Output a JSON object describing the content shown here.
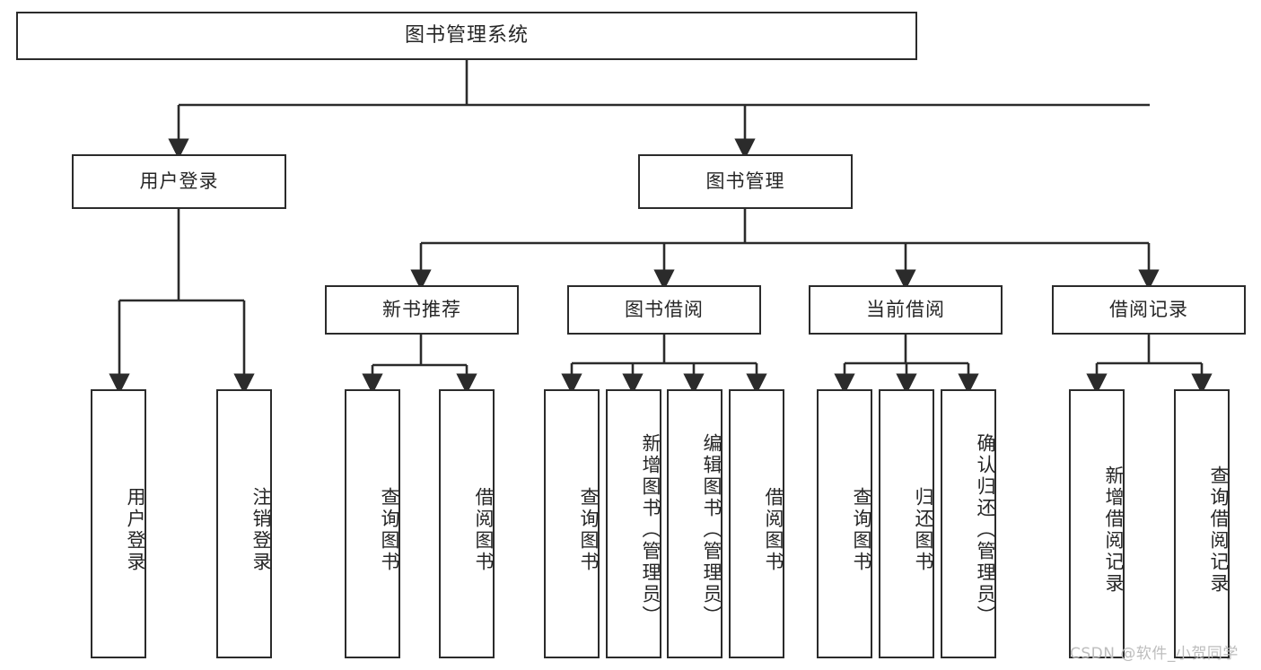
{
  "diagram": {
    "title": "图书管理系统",
    "type": "tree-hierarchy-chart",
    "orientation": "top-down",
    "line_color": "#2b2b2b",
    "box_fill": "#ffffff",
    "text_color": "#262626",
    "watermark": "CSDN @软件_小贺同学"
  },
  "root": {
    "label": "图书管理系统"
  },
  "level2": [
    {
      "label": "用户登录"
    },
    {
      "label": "图书管理"
    }
  ],
  "level3": [
    {
      "label": "新书推荐"
    },
    {
      "label": "图书借阅"
    },
    {
      "label": "当前借阅"
    },
    {
      "label": "借阅记录"
    }
  ],
  "leaves": {
    "user_login": [
      {
        "label": "用户登录"
      },
      {
        "label": "注销登录"
      }
    ],
    "new_book": [
      {
        "label": "查询图书"
      },
      {
        "label": "借阅图书"
      }
    ],
    "book_borrow": [
      {
        "label": "查询图书"
      },
      {
        "label": "新增图书（管理员）"
      },
      {
        "label": "编辑图书（管理员）"
      },
      {
        "label": "借阅图书"
      }
    ],
    "current_borrow": [
      {
        "label": "查询图书"
      },
      {
        "label": "归还图书"
      },
      {
        "label": "确认归还（管理员）"
      }
    ],
    "borrow_record": [
      {
        "label": "新增借阅记录"
      },
      {
        "label": "查询借阅记录"
      }
    ]
  }
}
